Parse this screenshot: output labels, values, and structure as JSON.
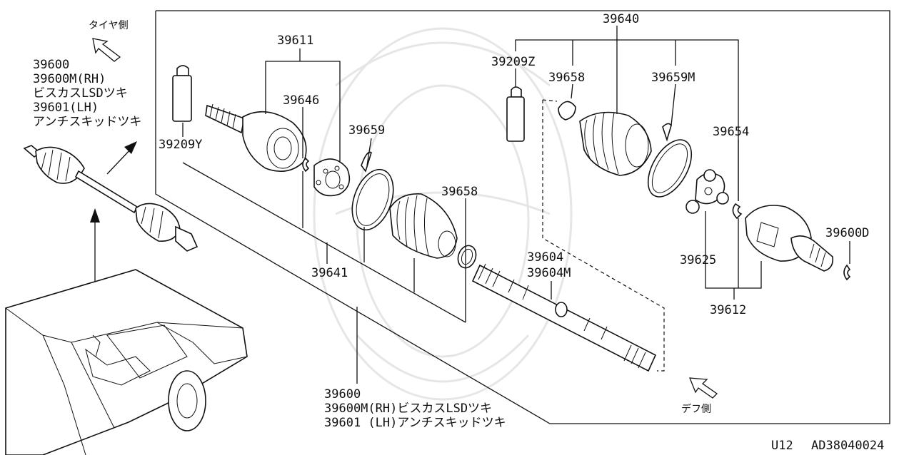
{
  "diagram": {
    "direction_labels": {
      "tire_side": "タイヤ側",
      "diff_side": "デフ側"
    },
    "assembly_callout_left": [
      "39600",
      "39600M(RH)",
      "ビスカスLSDツキ",
      "39601(LH)",
      "アンチスキッドツキ"
    ],
    "assembly_callout_bottom": [
      "39600",
      "39600M(RH)ビスカスLSDツキ",
      "39601 (LH)アンチスキッドツキ"
    ],
    "part_labels": {
      "p39611": "39611",
      "p39646": "39646",
      "p39659": "39659",
      "p39658_a": "39658",
      "p39641": "39641",
      "p39209Y": "39209Y",
      "p39640": "39640",
      "p39209Z": "39209Z",
      "p39658_b": "39658",
      "p39659M": "39659M",
      "p39654": "39654",
      "p39600D": "39600D",
      "p39604": "39604",
      "p39604M": "39604M",
      "p39625": "39625",
      "p39612": "39612"
    },
    "footer": {
      "model": "U12",
      "diagram_code": "AD38040024"
    }
  }
}
